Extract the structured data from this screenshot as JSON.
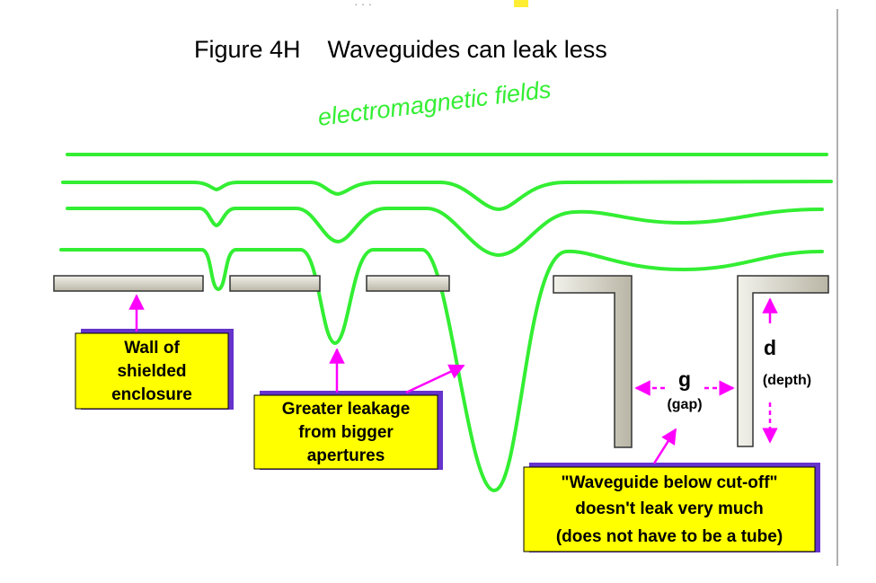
{
  "title": "Figure 4H    Waveguides can leak less",
  "fields_label": "electromagnetic fields",
  "callouts": {
    "wall": [
      "Wall of",
      "shielded",
      "enclosure"
    ],
    "leakage": [
      "Greater leakage",
      "from bigger",
      "apertures"
    ],
    "waveguide": [
      "\"Waveguide below cut-off\"",
      "doesn't leak very much",
      "(does not have to be a tube)"
    ]
  },
  "dimensions": {
    "gap_symbol": "g",
    "gap_label": "(gap)",
    "depth_symbol": "d",
    "depth_label": "(depth)"
  },
  "colors": {
    "field_line": "#33ee33",
    "arrow": "#ff00ff",
    "callout_fill": "#ffff00",
    "callout_shadow": "#6633cc",
    "wall_fill": "#d8d6c8",
    "wall_stroke": "#333333"
  }
}
